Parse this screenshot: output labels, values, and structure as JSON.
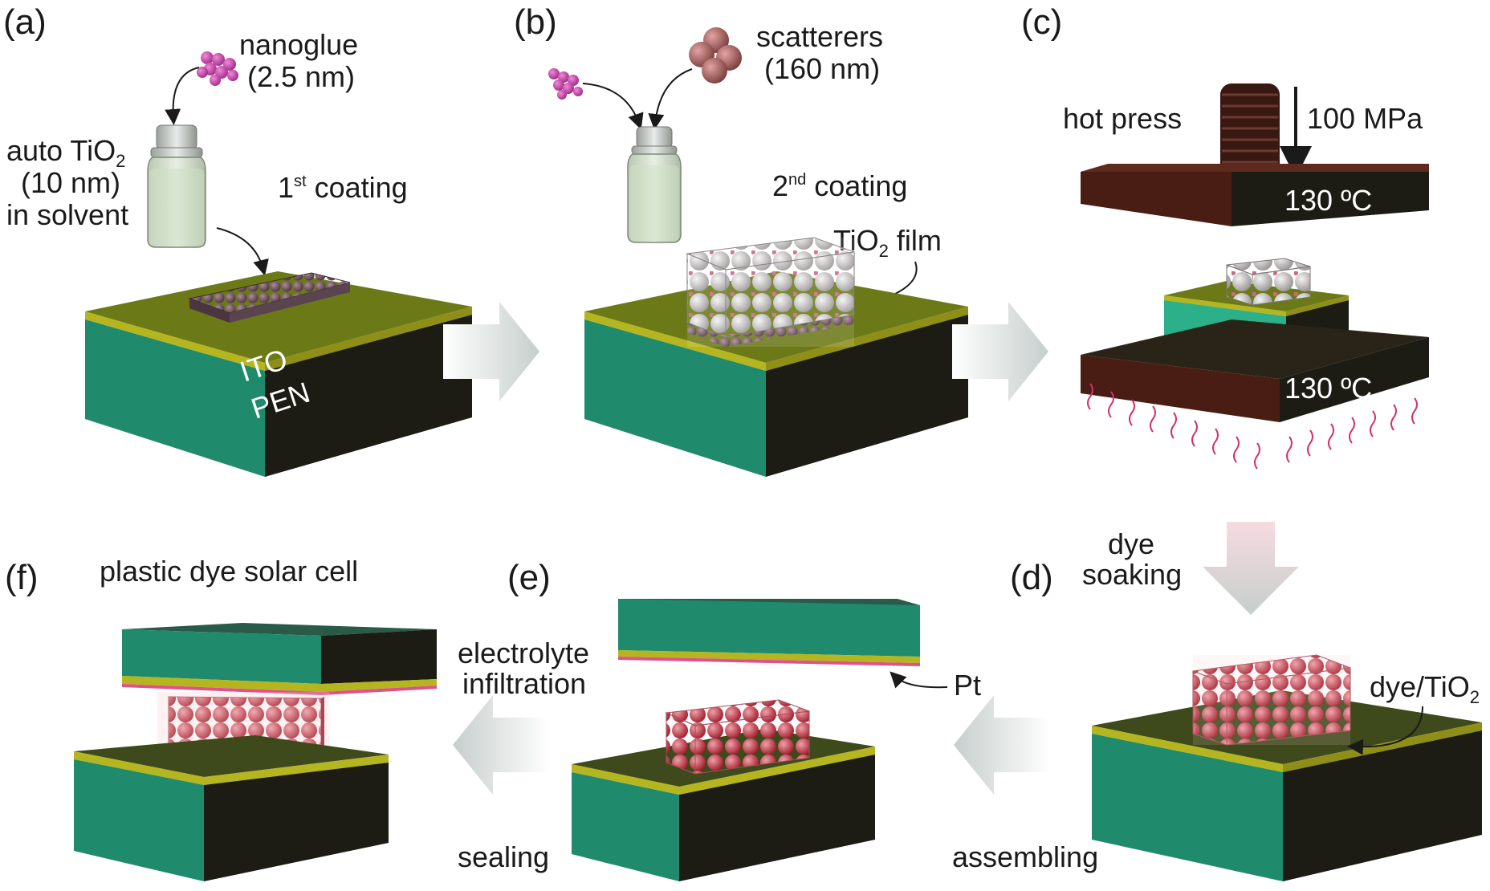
{
  "panels": {
    "a": "(a)",
    "b": "(b)",
    "c": "(c)",
    "d": "(d)",
    "e": "(e)",
    "f": "(f)"
  },
  "a": {
    "nanoglue_1": "nanoglue",
    "nanoglue_2": "(2.5 nm)",
    "tio2_line1": "auto TiO",
    "tio2_sub": "2",
    "tio2_line2": "(10 nm)",
    "tio2_line3": "in solvent",
    "coating_sup": "st",
    "coating_pre": "1",
    "coating_post": " coating",
    "ito": "ITO",
    "pen": "PEN"
  },
  "b": {
    "scatterers_1": "scatterers",
    "scatterers_2": "(160 nm)",
    "coating_pre": "2",
    "coating_sup": "nd",
    "coating_post": " coating",
    "film_pre": "TiO",
    "film_sub": "2",
    "film_post": " film"
  },
  "c": {
    "hot_press": "hot press",
    "pressure": "100 MPa",
    "temp_top": "130 ºC",
    "temp_bottom": "130 ºC"
  },
  "d": {
    "dye_1": "dye",
    "dye_2": "soaking",
    "dye_tio2_pre": "dye/TiO",
    "dye_tio2_sub": "2"
  },
  "e": {
    "electrolyte_1": "electrolyte",
    "electrolyte_2": "infiltration",
    "pt": "Pt",
    "assembling": "assembling"
  },
  "f": {
    "title": "plastic dye solar cell",
    "sealing": "sealing"
  },
  "colors": {
    "pen_green": "#1f8a6c",
    "pen_green_light": "#2bb08a",
    "ito_yellow": "#b5b51f",
    "ito_top": "#5f6f1a",
    "dark": "#1c1c14",
    "press_brown": "#4a1d14",
    "tio2_particle": "#6b4a57",
    "dye_red": "#c0283a",
    "pt_pink": "#e0508a",
    "arrow_gray": "#c8cfcd"
  }
}
